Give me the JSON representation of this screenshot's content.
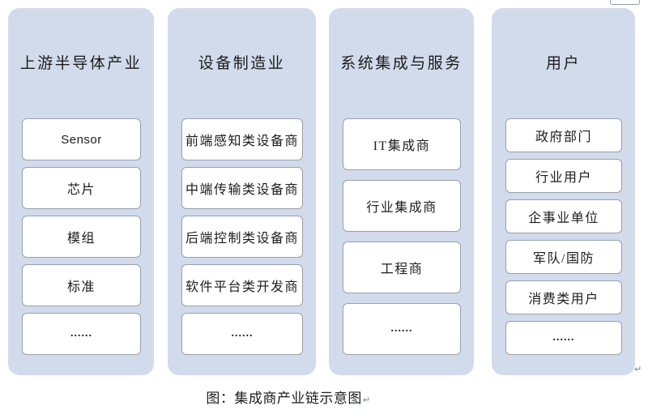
{
  "figure": {
    "caption": "图：集成商产业链示意图",
    "paragraph_mark": "↵"
  },
  "colors": {
    "column_background": "#D1DBEC",
    "box_background": "#FFFFFF",
    "box_border": "#98A0AB",
    "text": "#1C1C1C"
  },
  "columns": [
    {
      "title": "上游半导体产业",
      "items": [
        "Sensor",
        "芯片",
        "模组",
        "标准",
        "......"
      ]
    },
    {
      "title": "设备制造业",
      "items": [
        "前端感知类设备商",
        "中端传输类设备商",
        "后端控制类设备商",
        "软件平台类开发商",
        "......"
      ]
    },
    {
      "title": "系统集成与服务",
      "items": [
        "IT集成商",
        "行业集成商",
        "工程商",
        "......"
      ]
    },
    {
      "title": "用户",
      "items": [
        "政府部门",
        "行业用户",
        "企事业单位",
        "军队/国防",
        "消费类用户",
        "......"
      ]
    }
  ]
}
